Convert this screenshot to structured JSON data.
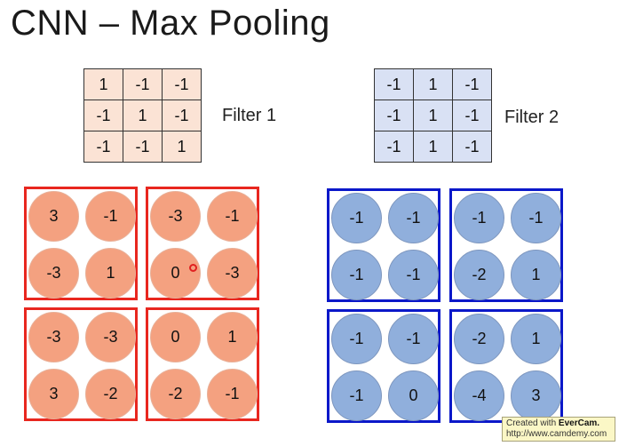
{
  "title": "CNN – Max Pooling",
  "filters": [
    {
      "label": "Filter 1",
      "rows": [
        [
          "1",
          "-1",
          "-1"
        ],
        [
          "-1",
          "1",
          "-1"
        ],
        [
          "-1",
          "-1",
          "1"
        ]
      ]
    },
    {
      "label": "Filter 2",
      "rows": [
        [
          "-1",
          "1",
          "-1"
        ],
        [
          "-1",
          "1",
          "-1"
        ],
        [
          "-1",
          "1",
          "-1"
        ]
      ]
    }
  ],
  "red_pools": [
    [
      "3",
      "-1",
      "-3",
      "1"
    ],
    [
      "-3",
      "-1",
      "0",
      "-3"
    ],
    [
      "-3",
      "-3",
      "3",
      "-2"
    ],
    [
      "0",
      "1",
      "-2",
      "-1"
    ]
  ],
  "blue_pools": [
    [
      "-1",
      "-1",
      "-1",
      "-1"
    ],
    [
      "-1",
      "-1",
      "-2",
      "1"
    ],
    [
      "-1",
      "-1",
      "-1",
      "0"
    ],
    [
      "-2",
      "1",
      "-4",
      "3"
    ]
  ],
  "colors": {
    "red_border": "#e8271f",
    "red_cell": "#f4a180",
    "blue_border": "#0b18c9",
    "blue_cell": "#90afdc",
    "filter1_bg": "#fbe3d5",
    "filter2_bg": "#d9e1f4"
  },
  "watermark": {
    "line1_prefix": "Created with",
    "line1_brand": "EverCam.",
    "line2": "http://www.camdemy.com"
  }
}
